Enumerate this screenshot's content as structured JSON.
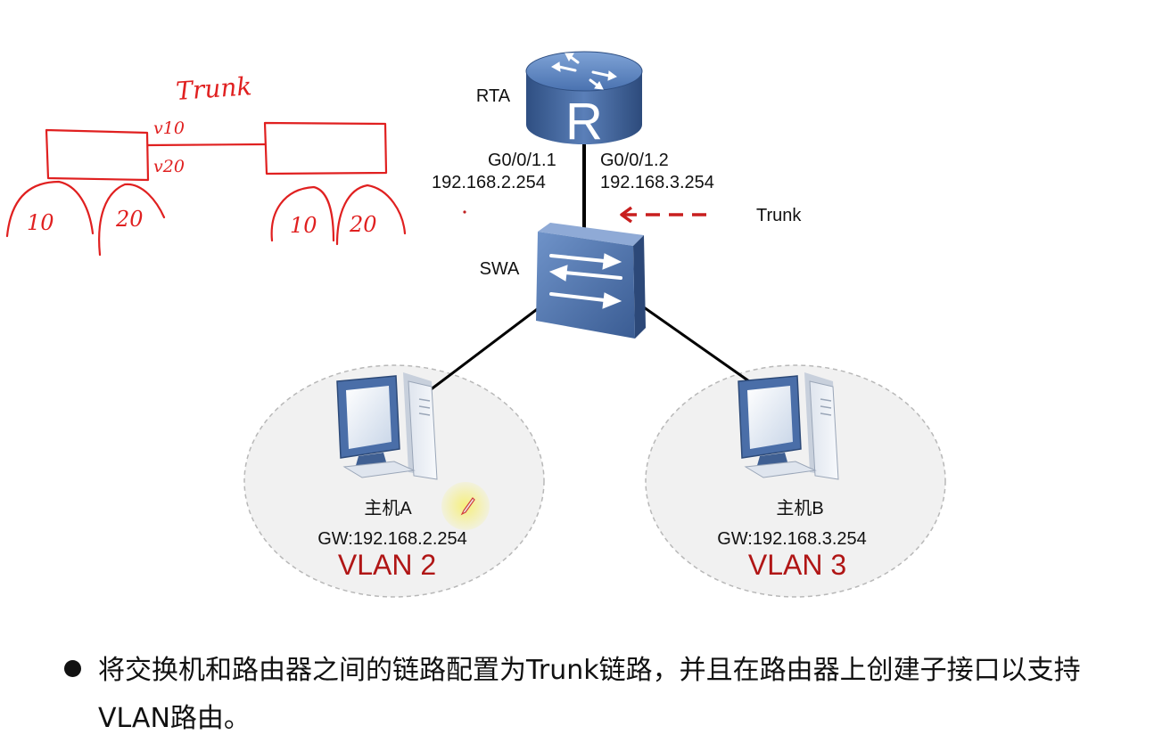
{
  "router": {
    "name": "RTA",
    "letter": "R"
  },
  "switch": {
    "name": "SWA"
  },
  "subinterfaces": [
    {
      "port": "G0/0/1.1",
      "ip": "192.168.2.254"
    },
    {
      "port": "G0/0/1.2",
      "ip": "192.168.3.254"
    }
  ],
  "trunk_label": "Trunk",
  "hosts": [
    {
      "name": "主机A",
      "gw": "GW:192.168.2.254",
      "vlan": "VLAN 2"
    },
    {
      "name": "主机B",
      "gw": "GW:192.168.3.254",
      "vlan": "VLAN 3"
    }
  ],
  "annotation": {
    "title": "Trunk",
    "tags": [
      "v10",
      "v20"
    ],
    "left_groups": [
      "10",
      "20"
    ],
    "right_groups": [
      "10",
      "20"
    ]
  },
  "bullet": "将交换机和路由器之间的链路配置为Trunk链路，并且在路由器上创建子接口以支持VLAN路由。",
  "colors": {
    "device_blue": "#3d5f95",
    "vlan_red": "#b01616",
    "annotation_red": "#e02020",
    "highlight": "#f7f06a"
  }
}
